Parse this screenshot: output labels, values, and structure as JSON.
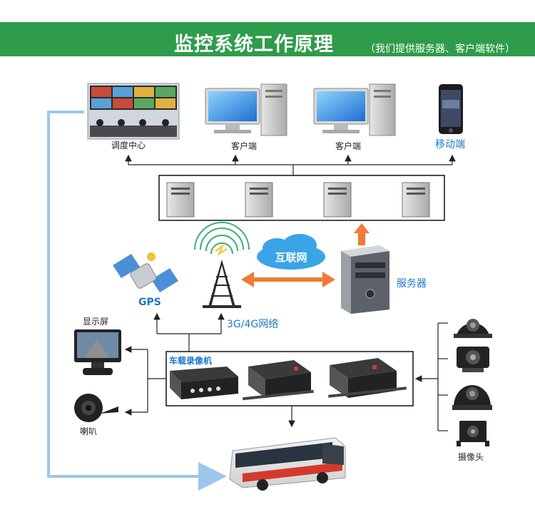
{
  "banner": {
    "title": "监控系统工作原理",
    "subtitle": "（我们提供服务器、客户端软件）",
    "color": "#2e9c4a"
  },
  "nodes": {
    "dispatch_center": "调度中心",
    "client_1": "客户端",
    "client_2": "客户端",
    "mobile": "移动端",
    "internet": "互联网",
    "server": "服务器",
    "gps": "GPS",
    "network": "3G/4G网络",
    "display": "显示屏",
    "speaker": "喇叭",
    "dvr": "车载录像机",
    "camera": "摄像头"
  },
  "colors": {
    "accent_blue": "#1a78c8",
    "arrow_orange": "#f07a3a",
    "line_lightblue": "#9cc7ea"
  }
}
